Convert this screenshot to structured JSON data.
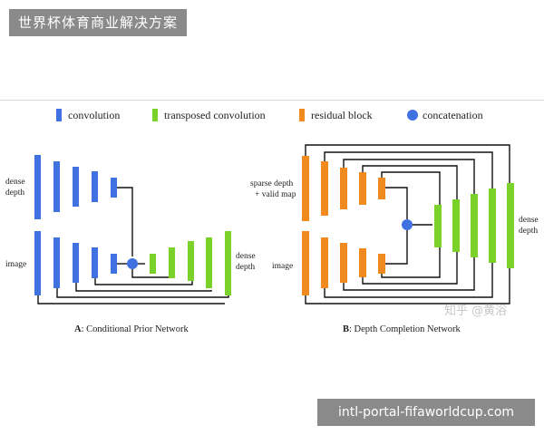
{
  "header": {
    "title": "世界杯体育商业解决方案"
  },
  "footer": {
    "url": "intl-portal-fifaworldcup.com"
  },
  "colors": {
    "convolution": "#3f72e0",
    "transposed_convolution": "#7ad12a",
    "residual_block": "#f08a1e",
    "concatenation": "#3f72e0"
  },
  "legend": {
    "convolution": "convolution",
    "transposed_convolution": "transposed convolution",
    "residual_block": "residual block",
    "concatenation": "concatenation"
  },
  "panel_a": {
    "label_dense_depth_line1": "dense",
    "label_dense_depth_line2": "depth",
    "label_image": "image",
    "output_line1": "dense",
    "output_line2": "depth",
    "caption_letter": "A",
    "caption_text": ": Conditional Prior Network"
  },
  "panel_b": {
    "label_sparse_line1": "sparse depth",
    "label_sparse_line2": "+ valid map",
    "label_image": "image",
    "output_line1": "dense",
    "output_line2": "depth",
    "caption_letter": "B",
    "caption_text": ": Depth Completion Network"
  },
  "watermark": "知乎 @黄浴"
}
